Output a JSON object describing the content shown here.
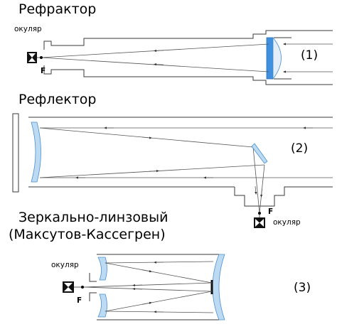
{
  "diagrams": [
    {
      "title": "Рефрактор",
      "number": "(1)",
      "eyepiece_label": "окуляр",
      "focus_label": "F"
    },
    {
      "title": "Рефлектор",
      "number": "(2)",
      "eyepiece_label": "окуляр",
      "focus_label": "F"
    },
    {
      "title_line1": "Зеркально-линзовый",
      "title_line2": "(Максутов-Кассегрен)",
      "number": "(3)",
      "eyepiece_label": "окуляр",
      "focus_label": "F"
    }
  ],
  "colors": {
    "line": "#3a3a3a",
    "glass": "#bcdaf2",
    "glass_edge": "#4a8fd0",
    "lens_blue": "#3f90de"
  }
}
